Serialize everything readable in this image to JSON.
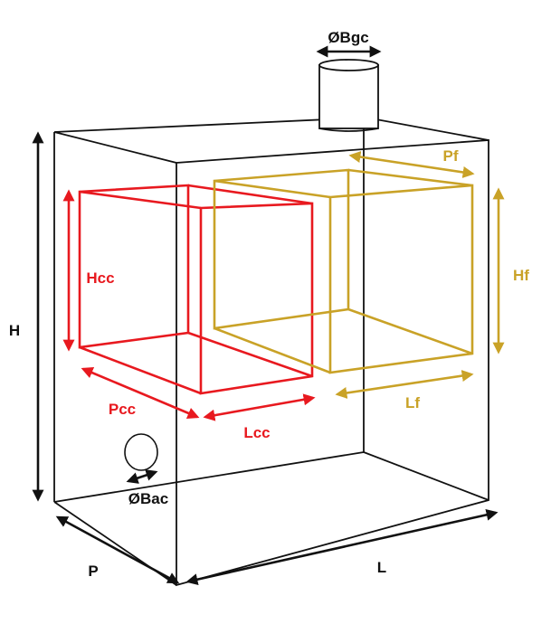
{
  "colors": {
    "box": "#111111",
    "combustion_chamber": "#e8191f",
    "oven": "#c9a227"
  },
  "labels": {
    "chimney_diameter": "ØBgc",
    "height": "H",
    "depth": "P",
    "length": "L",
    "combustion_height": "Hcc",
    "combustion_depth": "Pcc",
    "combustion_length": "Lcc",
    "oven_depth": "Pf",
    "oven_height": "Hf",
    "oven_length": "Lf",
    "air_inlet_diameter": "ØBac"
  }
}
